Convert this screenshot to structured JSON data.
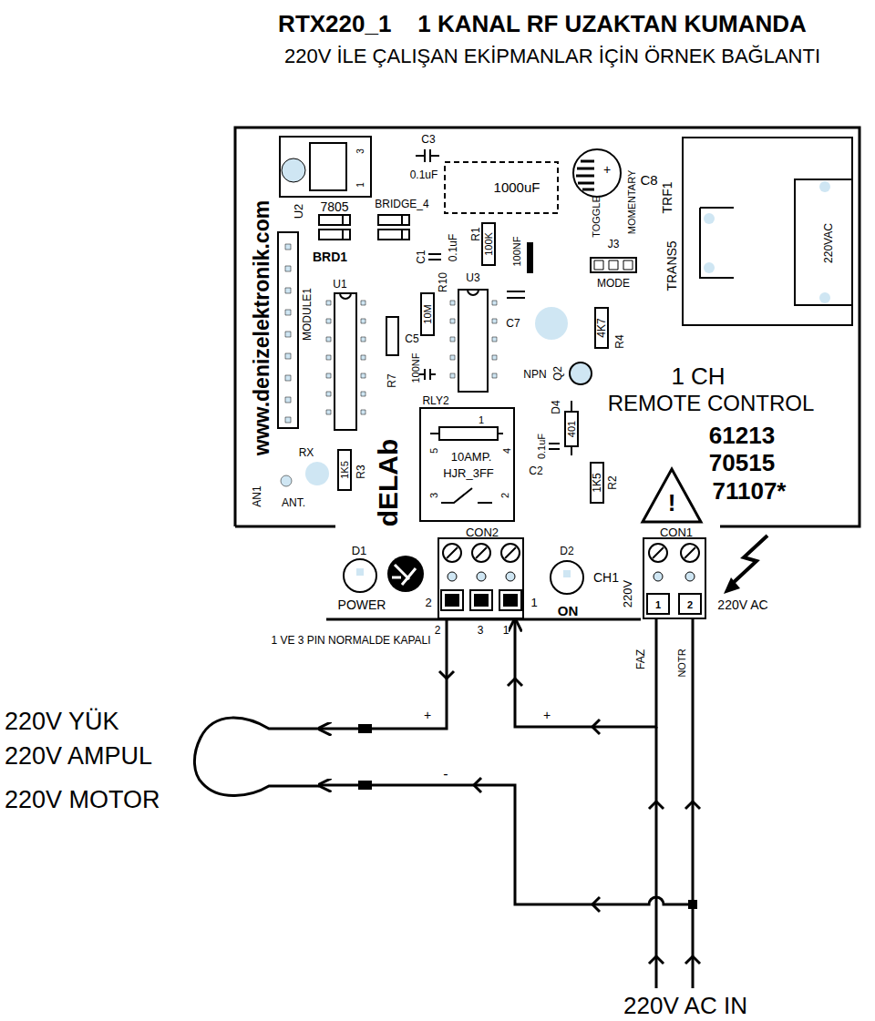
{
  "diagram": {
    "title": "RTX220_1    1 KANAL RF UZAKTAN KUMANDA",
    "nodes": [
      {
        "text": [
          "220VAC"
        ]
      },
      {
        "text": [
          "RLY2",
          "10AMP.",
          "HJR_3FF",
          "1",
          "4",
          "5",
          "3",
          "2"
        ]
      },
      {
        "text": [
          "CON2"
        ]
      },
      {
        "text": [
          "CON1"
        ]
      },
      {
        "text": [
          "220V YÜK",
          "220V AMPUL",
          "220V MOTOR"
        ]
      }
    ],
    "edges": [
      {
        "from": 2,
        "to": 4,
        "arrow": "to"
      },
      {
        "from": 3,
        "to": 2,
        "arrow": "to"
      },
      {
        "from": 3,
        "to": 4,
        "arrow": "to"
      }
    ],
    "labels": [
      "220V İLE ÇALIŞAN EKİPMANLAR İÇİN ÖRNEK BAĞLANTI",
      "C3",
      "0.1uF",
      "3",
      "1",
      "U2",
      "7805",
      "BRIDGE_4",
      "1000uF",
      "C8",
      "TOGGLE",
      "MOMENTARY",
      "TRF1",
      "TRANS5",
      "www.denizelektronik.com",
      "MODULE1",
      "BRD1",
      "C1",
      "0.1uF",
      "R1",
      "100K",
      "100NF",
      "J3",
      "MODE",
      "U1",
      "R10",
      "U3",
      "10M",
      "C5",
      "C7",
      "4K7",
      "R4",
      "R7",
      "100NF",
      "NPN",
      "Q2",
      "1 CH",
      "REMOTE CONTROL",
      "61213",
      "70515",
      "71107*",
      "D4",
      "401",
      "0.1uF",
      "C2",
      "1K5",
      "R2",
      "AN1",
      "RX",
      "1K5",
      "R3",
      "ANT.",
      "dELAb",
      "D1",
      "D2",
      "CH1",
      "220V",
      "POWER",
      "2",
      "1",
      "ON",
      "220V AC",
      "1 VE 3 PIN NORMALDE KAPALI",
      "2",
      "3",
      "1",
      "FAZ",
      "NOTR",
      "+",
      "+",
      "-",
      "220V AC IN",
      "!",
      "1",
      "2",
      "+"
    ]
  }
}
